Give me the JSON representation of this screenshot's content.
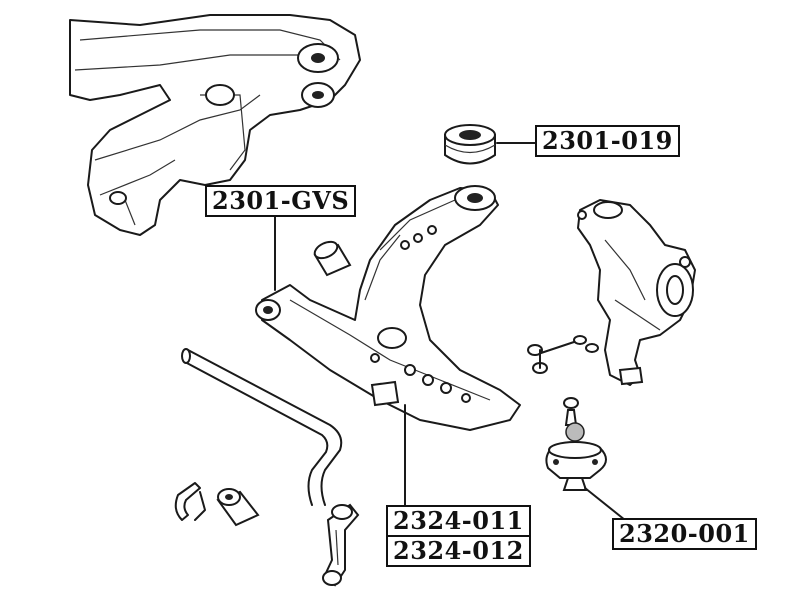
{
  "labels": {
    "bushing_rear": "2301-019",
    "bushing_front": "2301-GVS",
    "control_arm_left": "2324-011",
    "control_arm_right": "2324-012",
    "ball_joint": "2320-001"
  }
}
